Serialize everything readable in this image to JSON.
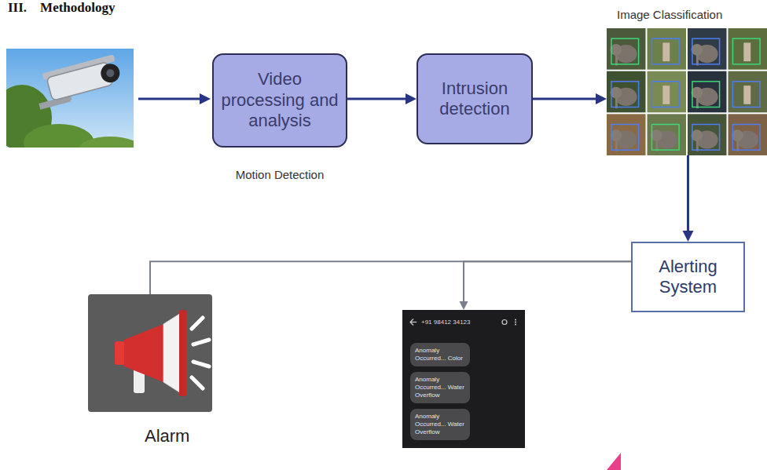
{
  "diagram": {
    "title": "III.    Methodology",
    "nodes": [
      {
        "text": [
          "Video processing and analysis",
          "Motion Detection"
        ]
      },
      {
        "text": [
          "Intrusion detection"
        ]
      },
      {
        "text": [
          "Image Classification"
        ]
      },
      {
        "text": [
          "Alerting System"
        ]
      },
      {
        "text": [
          "Alarm"
        ]
      },
      {
        "text": [
          "+91 98412 34123",
          "Anomaly Occurred... Color",
          "Anomaly Occurred... Water Overflow",
          "Anomaly Occurred... Water Overflow"
        ]
      }
    ],
    "edges": [
      {
        "from": 0,
        "to": 1,
        "arrow": "to"
      },
      {
        "from": 1,
        "to": 2,
        "arrow": "to"
      },
      {
        "from": 2,
        "to": 3,
        "arrow": "to"
      },
      {
        "from": 3,
        "to": 5,
        "arrow": "to"
      },
      {
        "from": 3,
        "to": 4,
        "arrow": "none"
      }
    ]
  }
}
